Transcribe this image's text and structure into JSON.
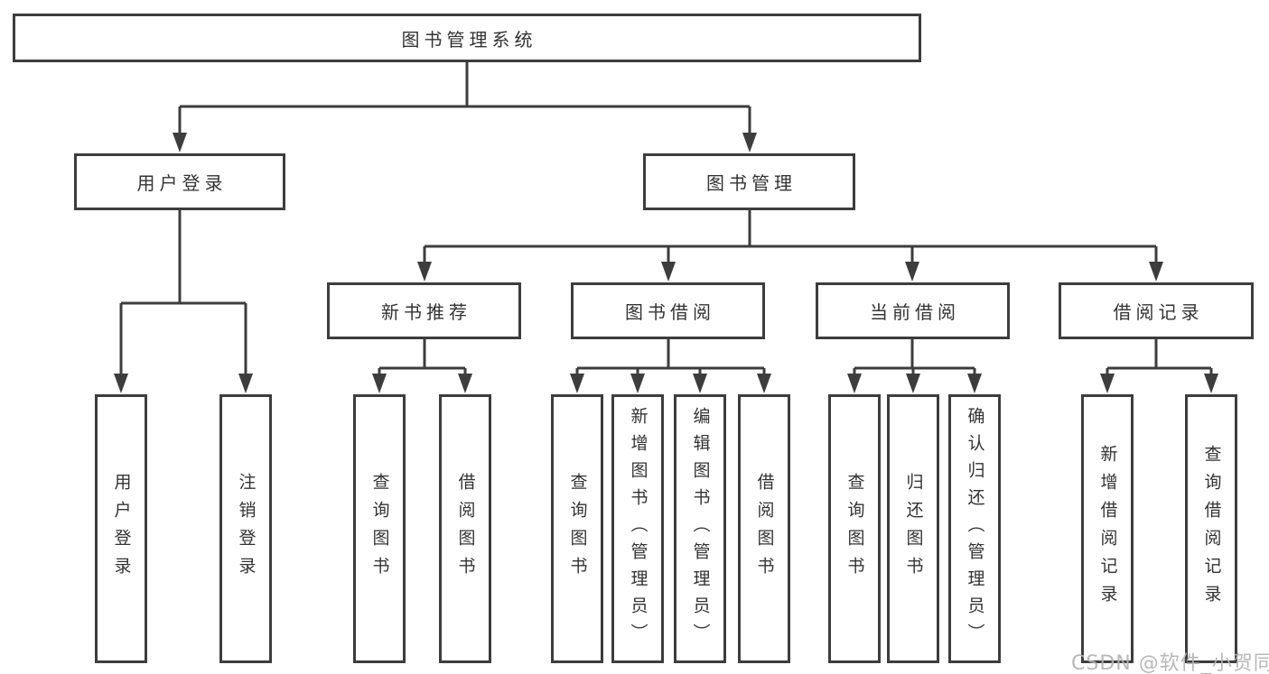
{
  "diagram": {
    "title": "图书管理系统",
    "children": [
      {
        "label": "用户登录",
        "children": [
          {
            "label": "用户登录"
          },
          {
            "label": "注销登录"
          }
        ]
      },
      {
        "label": "图书管理",
        "children": [
          {
            "label": "新书推荐",
            "children": [
              {
                "label": "查询图书"
              },
              {
                "label": "借阅图书"
              }
            ]
          },
          {
            "label": "图书借阅",
            "children": [
              {
                "label": "查询图书"
              },
              {
                "label": "新增图书（管理员）"
              },
              {
                "label": "编辑图书（管理员）"
              },
              {
                "label": "借阅图书"
              }
            ]
          },
          {
            "label": "当前借阅",
            "children": [
              {
                "label": "查询图书"
              },
              {
                "label": "归还图书"
              },
              {
                "label": "确认归还（管理员）"
              }
            ]
          },
          {
            "label": "借阅记录",
            "children": [
              {
                "label": "新增借阅记录"
              },
              {
                "label": "查询借阅记录"
              }
            ]
          }
        ]
      }
    ]
  },
  "watermark": {
    "text": "CSDN @软件_小贺同学"
  },
  "colors": {
    "line": "#3d3d3d",
    "box_border": "#3d3d3d",
    "text": "#333333",
    "watermark": "#b2b2b2",
    "background": "#ffffff"
  }
}
